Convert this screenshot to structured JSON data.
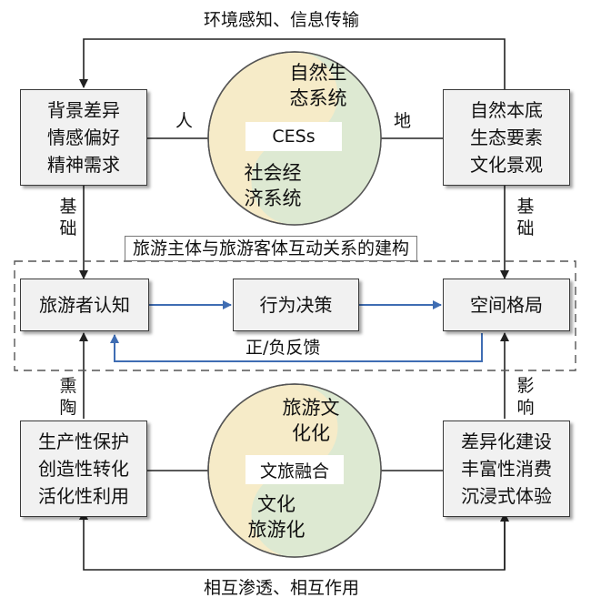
{
  "top_label": "环境感知、信息传输",
  "bottom_label": "相互渗透、相互作用",
  "boxes": {
    "tl": [
      "背景差异",
      "情感偏好",
      "精神需求"
    ],
    "tr": [
      "自然本底",
      "生态要素",
      "文化景观"
    ],
    "bl": [
      "生产性保护",
      "创造性转化",
      "活化性利用"
    ],
    "br": [
      "差异化建设",
      "丰富性消费",
      "沉浸式体验"
    ]
  },
  "side_labels": {
    "ren": "人",
    "di": "地"
  },
  "vertical_labels": {
    "jichu_left": [
      "基",
      "础"
    ],
    "jichu_right": [
      "基",
      "础"
    ],
    "xuntao": [
      "熏",
      "陶"
    ],
    "yingxiang": [
      "影",
      "响"
    ]
  },
  "top_circle": {
    "green_text": [
      "自然生",
      "态系统"
    ],
    "yellow_text": [
      "社会经",
      "济系统"
    ],
    "center": "CESs",
    "green_color": "#dde9d2",
    "yellow_color": "#f6ebc8"
  },
  "bottom_circle": {
    "green_text": [
      "旅游文",
      "化化"
    ],
    "yellow_text": [
      "文化",
      "旅游化"
    ],
    "center": "文旅融合"
  },
  "middle": {
    "frame_title": "旅游主体与旅游客体互动关系的建构",
    "box1": "旅游者认知",
    "box2": "行为决策",
    "box3": "空间格局",
    "feedback": "正/负反馈",
    "arrow_color": "#3f6db3"
  }
}
